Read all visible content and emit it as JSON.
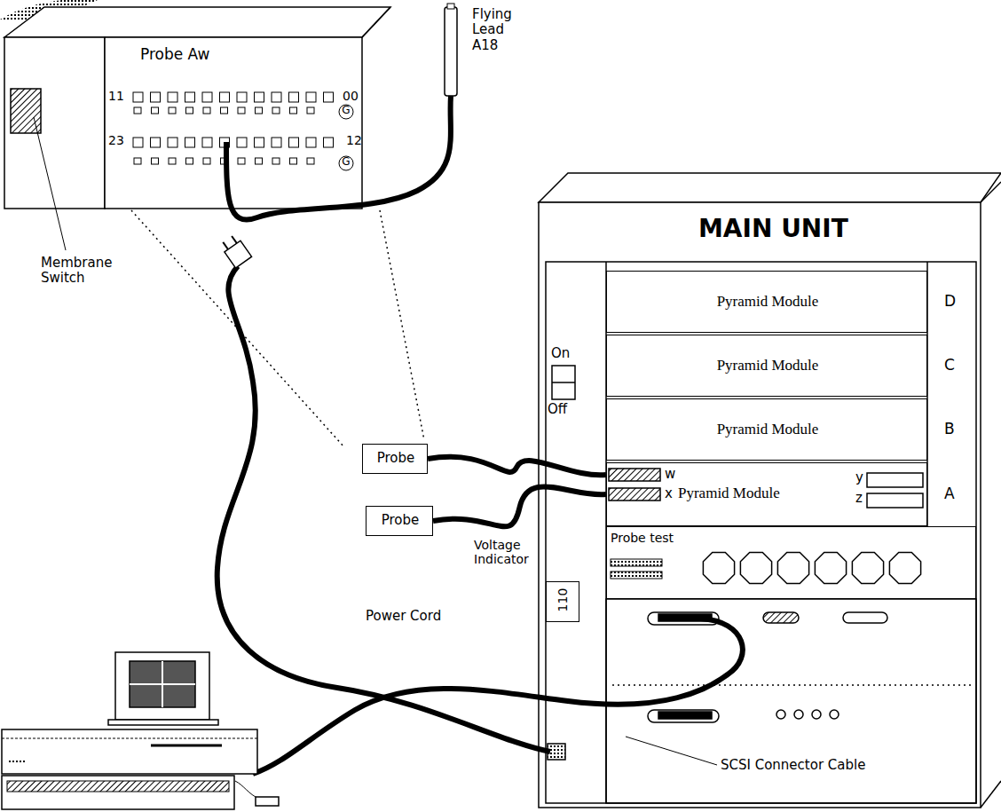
{
  "diagram": {
    "nodes": [
      {
        "text": [
          "Probe Aw",
          "11",
          "00",
          "23",
          "12",
          "G",
          "G"
        ]
      },
      {
        "text": [
          "MAIN UNIT"
        ]
      },
      {
        "text": [
          "Pyramid Module"
        ],
        "in": 1
      },
      {
        "text": [
          "Pyramid Module"
        ],
        "in": 1
      },
      {
        "text": [
          "Pyramid Module"
        ],
        "in": 1
      },
      {
        "text": [
          "Pyramid Module"
        ],
        "in": 1
      },
      {
        "text": [
          "Probe test"
        ],
        "in": 1
      },
      {
        "text": [
          "Probe"
        ]
      },
      {
        "text": [
          "Probe"
        ]
      },
      {
        "text": [
          "Voltage Indicator",
          "110"
        ],
        "in": 1
      }
    ],
    "edges": [
      {
        "from": 7,
        "to": 5,
        "arrow": "none"
      },
      {
        "from": 8,
        "to": 5,
        "arrow": "none"
      },
      {
        "from": 0,
        "to": 7,
        "arrow": "none"
      }
    ],
    "labels": [
      "Membrane Switch",
      "Flying Lead A18",
      "On",
      "Off",
      "w",
      "x",
      "y",
      "z",
      "D",
      "C",
      "B",
      "A",
      "Power Cord",
      "SCSI Connector Cable"
    ]
  }
}
